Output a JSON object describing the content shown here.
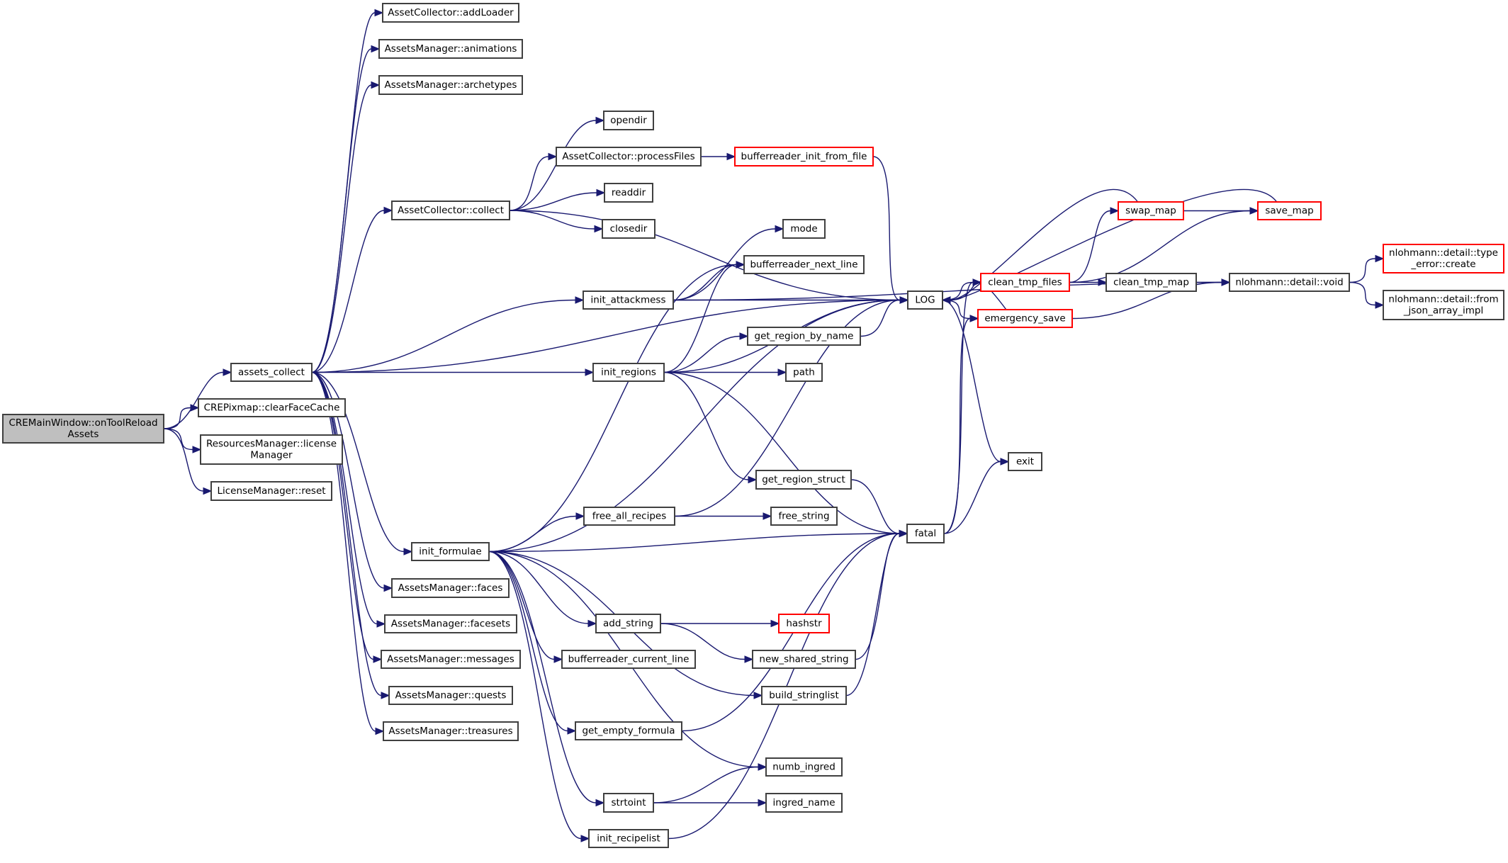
{
  "diagram": {
    "type": "call-graph",
    "colors": {
      "edge": "#191970",
      "root_fill": "#bfbfbf",
      "truncated_border": "#ff0000",
      "node_border": "#404040"
    },
    "nodes": [
      {
        "id": "root",
        "label": [
          "CREMainWindow::onToolReload",
          "Assets"
        ],
        "kind": "root"
      },
      {
        "id": "assets_collect",
        "label": [
          "assets_collect"
        ]
      },
      {
        "id": "clearFaceCache",
        "label": [
          "CREPixmap::clearFaceCache"
        ]
      },
      {
        "id": "licenseManager",
        "label": [
          "ResourcesManager::license",
          "Manager"
        ]
      },
      {
        "id": "reset",
        "label": [
          "LicenseManager::reset"
        ]
      },
      {
        "id": "addLoader",
        "label": [
          "AssetCollector::addLoader"
        ]
      },
      {
        "id": "animations",
        "label": [
          "AssetsManager::animations"
        ]
      },
      {
        "id": "archetypes",
        "label": [
          "AssetsManager::archetypes"
        ]
      },
      {
        "id": "collect",
        "label": [
          "AssetCollector::collect"
        ]
      },
      {
        "id": "faces",
        "label": [
          "AssetsManager::faces"
        ]
      },
      {
        "id": "facesets",
        "label": [
          "AssetsManager::facesets"
        ]
      },
      {
        "id": "messages",
        "label": [
          "AssetsManager::messages"
        ]
      },
      {
        "id": "quests",
        "label": [
          "AssetsManager::quests"
        ]
      },
      {
        "id": "treasures",
        "label": [
          "AssetsManager::treasures"
        ]
      },
      {
        "id": "init_formulae",
        "label": [
          "init_formulae"
        ]
      },
      {
        "id": "opendir",
        "label": [
          "opendir"
        ]
      },
      {
        "id": "processFiles",
        "label": [
          "AssetCollector::processFiles"
        ]
      },
      {
        "id": "readdir",
        "label": [
          "readdir"
        ]
      },
      {
        "id": "closedir",
        "label": [
          "closedir"
        ]
      },
      {
        "id": "init_attackmess",
        "label": [
          "init_attackmess"
        ]
      },
      {
        "id": "init_regions",
        "label": [
          "init_regions"
        ]
      },
      {
        "id": "free_all_recipes",
        "label": [
          "free_all_recipes"
        ]
      },
      {
        "id": "add_string",
        "label": [
          "add_string"
        ]
      },
      {
        "id": "bufferreader_current_line",
        "label": [
          "bufferreader_current_line"
        ]
      },
      {
        "id": "get_empty_formula",
        "label": [
          "get_empty_formula"
        ]
      },
      {
        "id": "strtoint",
        "label": [
          "strtoint"
        ]
      },
      {
        "id": "init_recipelist",
        "label": [
          "init_recipelist"
        ]
      },
      {
        "id": "bufferreader_init_from_file",
        "label": [
          "bufferreader_init_from_file"
        ],
        "kind": "truncated"
      },
      {
        "id": "mode",
        "label": [
          "mode"
        ]
      },
      {
        "id": "bufferreader_next_line",
        "label": [
          "bufferreader_next_line"
        ]
      },
      {
        "id": "get_region_by_name",
        "label": [
          "get_region_by_name"
        ]
      },
      {
        "id": "path",
        "label": [
          "path"
        ]
      },
      {
        "id": "get_region_struct",
        "label": [
          "get_region_struct"
        ]
      },
      {
        "id": "free_string",
        "label": [
          "free_string"
        ]
      },
      {
        "id": "hashstr",
        "label": [
          "hashstr"
        ],
        "kind": "truncated"
      },
      {
        "id": "new_shared_string",
        "label": [
          "new_shared_string"
        ]
      },
      {
        "id": "build_stringlist",
        "label": [
          "build_stringlist"
        ]
      },
      {
        "id": "numb_ingred",
        "label": [
          "numb_ingred"
        ]
      },
      {
        "id": "ingred_name",
        "label": [
          "ingred_name"
        ]
      },
      {
        "id": "LOG",
        "label": [
          "LOG"
        ]
      },
      {
        "id": "fatal",
        "label": [
          "fatal"
        ]
      },
      {
        "id": "exit",
        "label": [
          "exit"
        ]
      },
      {
        "id": "clean_tmp_files",
        "label": [
          "clean_tmp_files"
        ],
        "kind": "truncated"
      },
      {
        "id": "emergency_save",
        "label": [
          "emergency_save"
        ],
        "kind": "truncated"
      },
      {
        "id": "swap_map",
        "label": [
          "swap_map"
        ],
        "kind": "truncated"
      },
      {
        "id": "save_map",
        "label": [
          "save_map"
        ],
        "kind": "truncated"
      },
      {
        "id": "clean_tmp_map",
        "label": [
          "clean_tmp_map"
        ]
      },
      {
        "id": "void",
        "label": [
          "nlohmann::detail::void"
        ]
      },
      {
        "id": "type_error_create",
        "label": [
          "nlohmann::detail::type",
          "_error::create"
        ],
        "kind": "truncated"
      },
      {
        "id": "from_json_array_impl",
        "label": [
          "nlohmann::detail::from",
          "_json_array_impl"
        ]
      }
    ],
    "edges": [
      [
        "root",
        "assets_collect"
      ],
      [
        "root",
        "clearFaceCache"
      ],
      [
        "root",
        "licenseManager"
      ],
      [
        "root",
        "reset"
      ],
      [
        "assets_collect",
        "addLoader"
      ],
      [
        "assets_collect",
        "animations"
      ],
      [
        "assets_collect",
        "archetypes"
      ],
      [
        "assets_collect",
        "collect"
      ],
      [
        "assets_collect",
        "LOG"
      ],
      [
        "assets_collect",
        "init_attackmess"
      ],
      [
        "assets_collect",
        "init_regions"
      ],
      [
        "assets_collect",
        "init_formulae"
      ],
      [
        "assets_collect",
        "faces"
      ],
      [
        "assets_collect",
        "facesets"
      ],
      [
        "assets_collect",
        "messages"
      ],
      [
        "assets_collect",
        "quests"
      ],
      [
        "assets_collect",
        "treasures"
      ],
      [
        "collect",
        "opendir"
      ],
      [
        "collect",
        "processFiles"
      ],
      [
        "collect",
        "readdir"
      ],
      [
        "collect",
        "closedir"
      ],
      [
        "collect",
        "LOG"
      ],
      [
        "processFiles",
        "bufferreader_init_from_file"
      ],
      [
        "bufferreader_init_from_file",
        "LOG"
      ],
      [
        "init_attackmess",
        "mode"
      ],
      [
        "init_attackmess",
        "bufferreader_next_line"
      ],
      [
        "init_attackmess",
        "LOG"
      ],
      [
        "init_attackmess",
        "void"
      ],
      [
        "init_regions",
        "bufferreader_next_line"
      ],
      [
        "init_regions",
        "LOG"
      ],
      [
        "init_regions",
        "get_region_by_name"
      ],
      [
        "init_regions",
        "path"
      ],
      [
        "init_regions",
        "get_region_struct"
      ],
      [
        "init_regions",
        "fatal"
      ],
      [
        "get_region_by_name",
        "LOG"
      ],
      [
        "get_region_struct",
        "fatal"
      ],
      [
        "init_formulae",
        "free_all_recipes"
      ],
      [
        "init_formulae",
        "LOG"
      ],
      [
        "init_formulae",
        "fatal"
      ],
      [
        "init_formulae",
        "bufferreader_next_line"
      ],
      [
        "init_formulae",
        "add_string"
      ],
      [
        "init_formulae",
        "bufferreader_current_line"
      ],
      [
        "init_formulae",
        "build_stringlist"
      ],
      [
        "init_formulae",
        "get_empty_formula"
      ],
      [
        "init_formulae",
        "numb_ingred"
      ],
      [
        "init_formulae",
        "strtoint"
      ],
      [
        "init_formulae",
        "init_recipelist"
      ],
      [
        "free_all_recipes",
        "free_string"
      ],
      [
        "free_all_recipes",
        "LOG"
      ],
      [
        "add_string",
        "hashstr"
      ],
      [
        "add_string",
        "new_shared_string"
      ],
      [
        "new_shared_string",
        "fatal"
      ],
      [
        "build_stringlist",
        "fatal"
      ],
      [
        "get_empty_formula",
        "fatal"
      ],
      [
        "init_recipelist",
        "fatal"
      ],
      [
        "strtoint",
        "numb_ingred"
      ],
      [
        "strtoint",
        "ingred_name"
      ],
      [
        "LOG",
        "clean_tmp_files"
      ],
      [
        "LOG",
        "emergency_save"
      ],
      [
        "LOG",
        "exit"
      ],
      [
        "fatal",
        "clean_tmp_files"
      ],
      [
        "fatal",
        "emergency_save"
      ],
      [
        "fatal",
        "exit"
      ],
      [
        "clean_tmp_files",
        "swap_map"
      ],
      [
        "clean_tmp_files",
        "save_map"
      ],
      [
        "clean_tmp_files",
        "clean_tmp_map"
      ],
      [
        "swap_map",
        "save_map"
      ],
      [
        "swap_map",
        "LOG"
      ],
      [
        "save_map",
        "LOG"
      ],
      [
        "emergency_save",
        "LOG"
      ],
      [
        "emergency_save",
        "void"
      ],
      [
        "clean_tmp_map",
        "void"
      ],
      [
        "void",
        "type_error_create"
      ],
      [
        "void",
        "from_json_array_impl"
      ]
    ]
  }
}
